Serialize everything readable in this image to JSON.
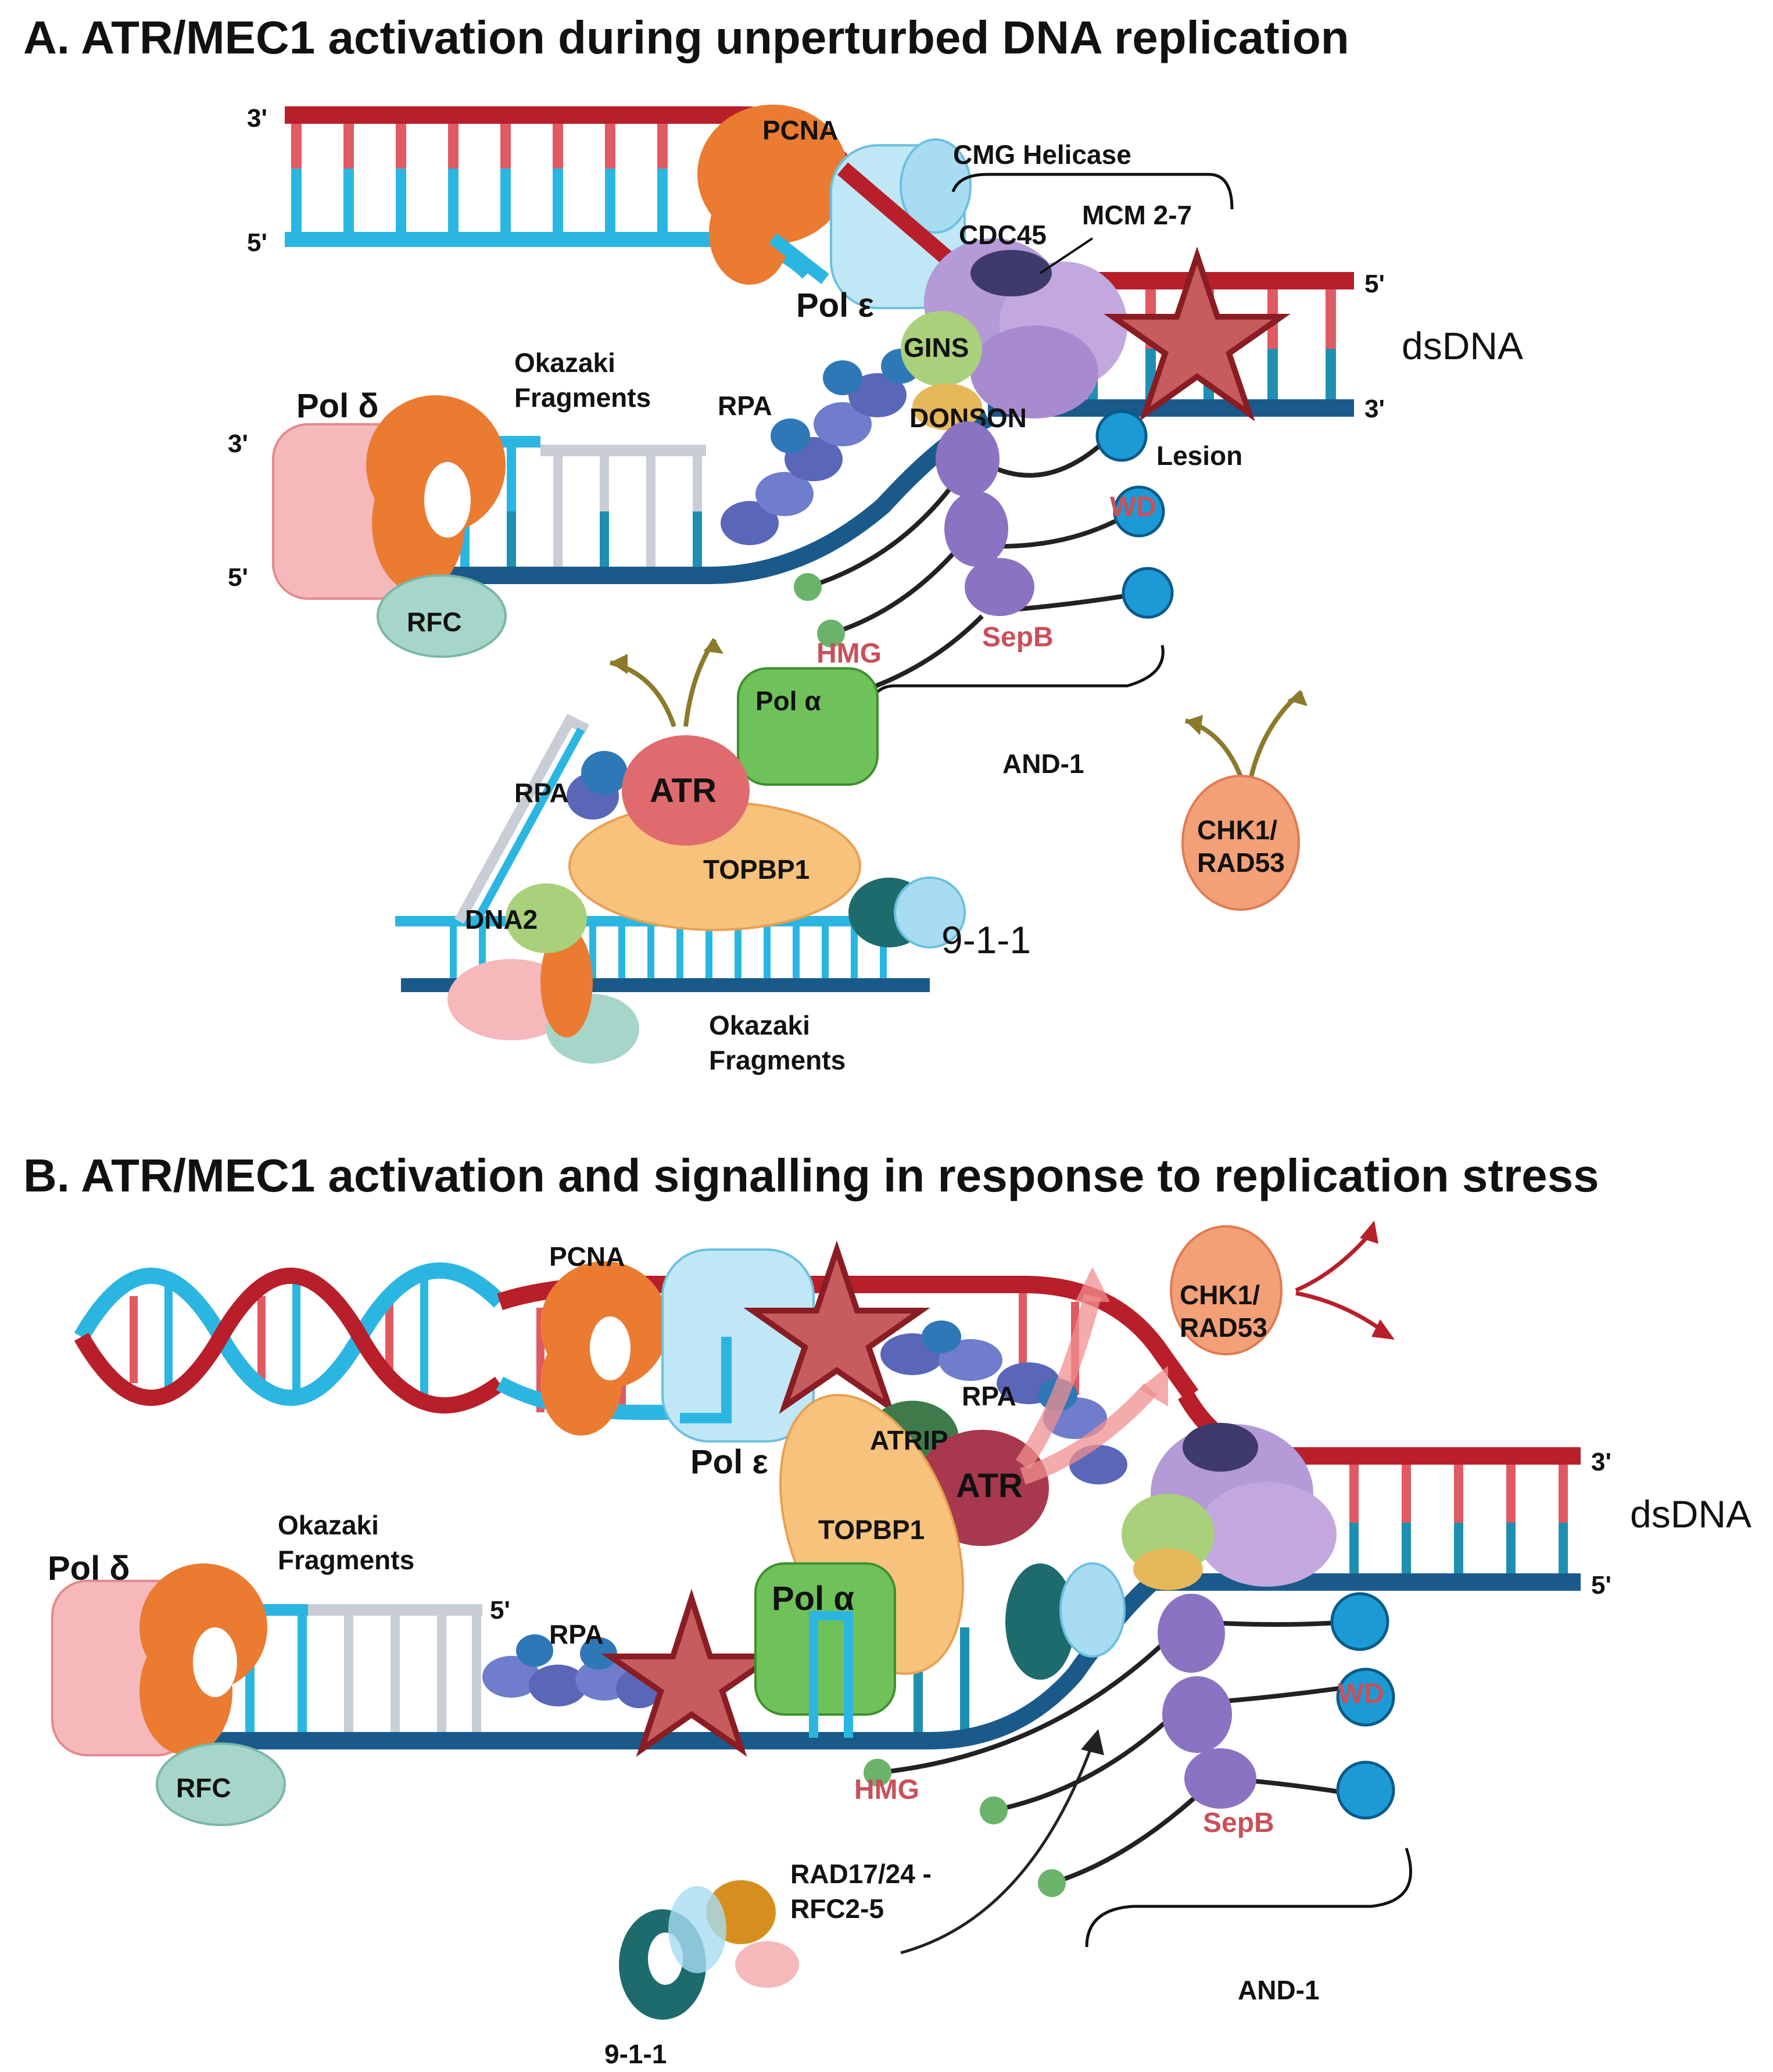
{
  "panel_a": {
    "title": "A. ATR/MEC1 activation during unperturbed DNA replication",
    "end_3_top": "3'",
    "end_5_top": "5'",
    "end_3_left": "3'",
    "end_5_left": "5'",
    "end_5_right": "5'",
    "end_3_right": "3'",
    "pcna": "PCNA",
    "cmg_helicase": "CMG Helicase",
    "cdc45": "CDC45",
    "mcm": "MCM 2-7",
    "pol_epsilon": "Pol ε",
    "gins": "GINS",
    "donson": "DONSON",
    "dsdna": "dsDNA",
    "okazaki_line1": "Okazaki",
    "okazaki_line2": "Fragments",
    "rpa": "RPA",
    "pol_delta": "Pol δ",
    "lesion": "Lesion",
    "wd": "WD",
    "rfc": "RFC",
    "hmg": "HMG",
    "sepb": "SepB",
    "pol_alpha": "Pol α",
    "and1": "AND-1",
    "rpa_lower": "RPA",
    "atr": "ATR",
    "topbp1": "TOPBP1",
    "dna2": "DNA2",
    "nine_one_one": "9-1-1",
    "chk1_line1": "CHK1/",
    "chk1_line2": "RAD53",
    "okazaki_lower_line1": "Okazaki",
    "okazaki_lower_line2": "Fragments"
  },
  "panel_b": {
    "title": "B. ATR/MEC1 activation and signalling in response to replication stress",
    "pcna": "PCNA",
    "chk1_line1": "CHK1/",
    "chk1_line2": "RAD53",
    "rpa_top": "RPA",
    "atrip": "ATRIP",
    "pol_epsilon": "Pol ε",
    "atr": "ATR",
    "end_3_right": "3'",
    "dsdna": "dsDNA",
    "end_5_right": "5'",
    "topbp1": "TOPBP1",
    "okazaki_line1": "Okazaki",
    "okazaki_line2": "Fragments",
    "pol_delta": "Pol δ",
    "end_5_mid": "5'",
    "rpa_mid": "RPA",
    "pol_alpha": "Pol α",
    "wd": "WD",
    "rfc": "RFC",
    "hmg": "HMG",
    "sepb": "SepB",
    "rad17_line1": "RAD17/24 -",
    "rad17_line2": "RFC2-5",
    "and1": "AND-1",
    "nine_one_one": "9-1-1"
  }
}
